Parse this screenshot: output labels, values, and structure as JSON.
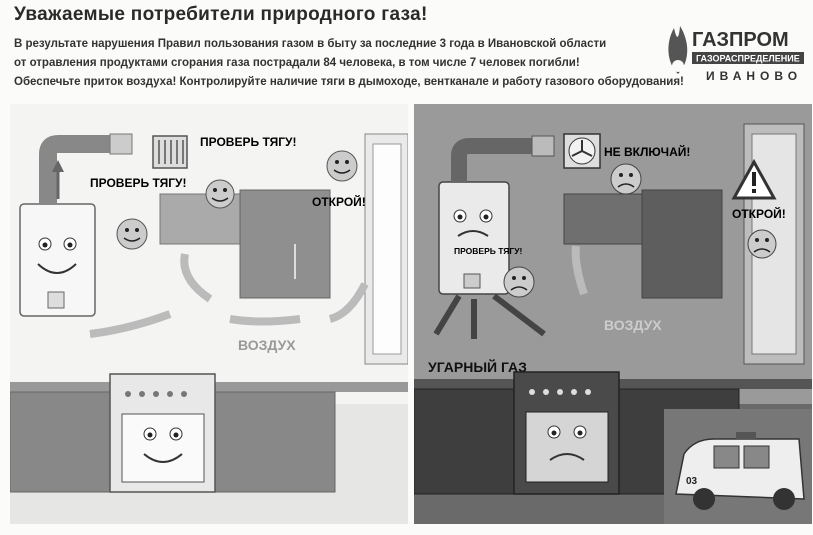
{
  "header": {
    "title": "Уважаемые потребители природного газа!",
    "line1": "В результате нарушения Правил пользования газом в быту за последние 3 года в Ивановской области",
    "line2": "от отравления продуктами сгорания газа пострадали 84 человека, в том числе 7 человек погибли!",
    "line3": "Обеспечьте приток воздуха! Контролируйте наличие тяги в дымоходе, вентканале и работу газового оборудования!"
  },
  "logo": {
    "name": "ГАЗПРОМ",
    "subtitle": "ГАЗОРАСПРЕДЕЛЕНИЕ",
    "city": "ИВАНОВО"
  },
  "left_scene": {
    "check_draft_1": "ПРОВЕРЬ ТЯГУ!",
    "check_draft_2": "ПРОВЕРЬ ТЯГУ!",
    "open": "ОТКРОЙ!",
    "air": "ВОЗДУХ"
  },
  "right_scene": {
    "dont_turn_on": "НЕ ВКЛЮЧАЙ!",
    "open": "ОТКРОЙ!",
    "check_draft": "ПРОВЕРЬ ТЯГУ!",
    "air": "ВОЗДУХ",
    "carbon_monoxide": "УГАРНЫЙ ГАЗ",
    "ambulance_number": "03"
  },
  "colors": {
    "gray_dark": "#4a4a4a",
    "gray_mid": "#8a8a8a",
    "gray_light": "#d0d0d0"
  }
}
